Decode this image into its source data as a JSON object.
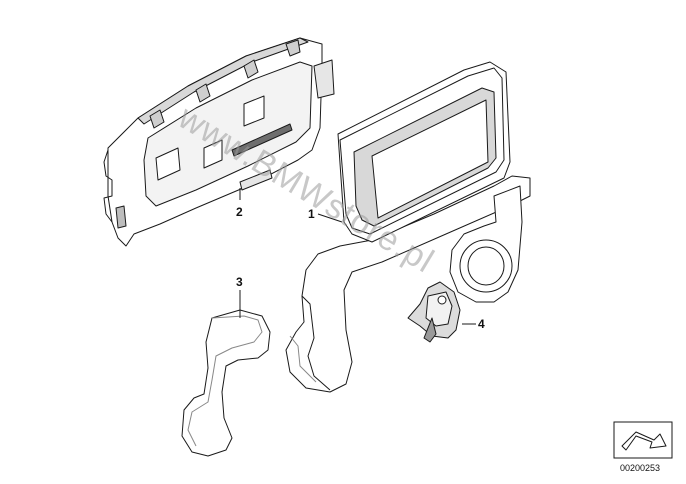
{
  "diagram": {
    "callouts": [
      {
        "id": "1",
        "label": "1"
      },
      {
        "id": "2",
        "label": "2"
      },
      {
        "id": "3",
        "label": "3"
      },
      {
        "id": "4",
        "label": "4"
      }
    ],
    "watermark": "www.BMWstore.pl",
    "reference_number": "00200253",
    "colors": {
      "outline": "#1a1a1a",
      "part_fill": "#ffffff",
      "shading": "#d8d8d8",
      "dark_shading": "#9a9a9a"
    }
  }
}
